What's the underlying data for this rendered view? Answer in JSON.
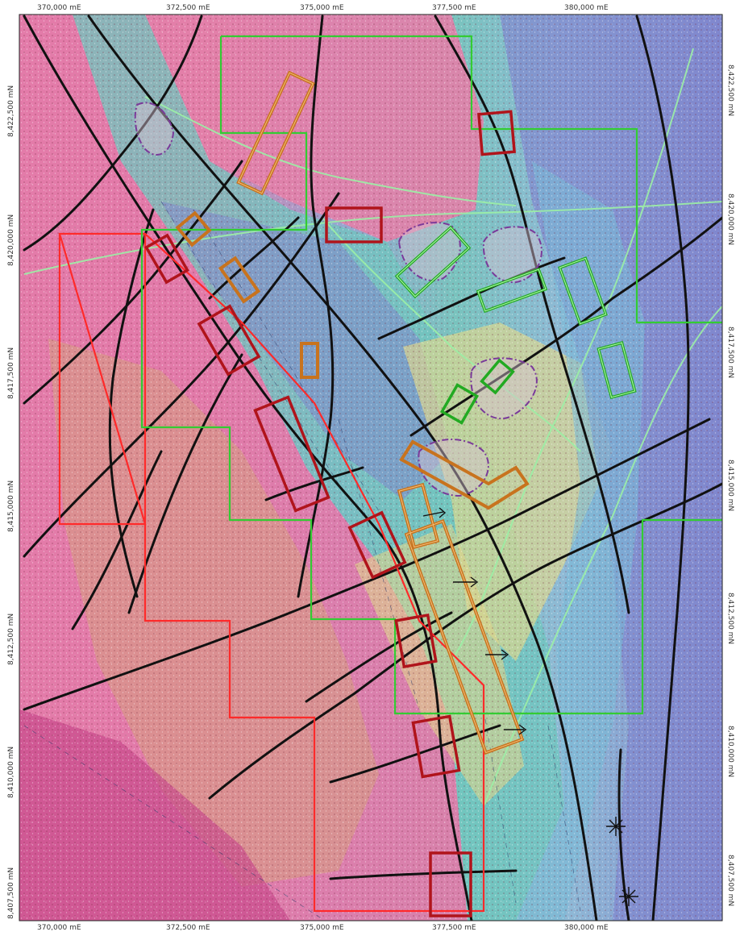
{
  "map": {
    "eastings_top": [
      "370,000 mE",
      "372,500 mE",
      "375,000 mE",
      "377,500 mE",
      "380,000 mE"
    ],
    "eastings_bottom": [
      "370,000 mE",
      "372,500 mE",
      "375,000 mE",
      "377,500 mE",
      "380,000 mE"
    ],
    "northings_left": [
      "8,422,500 mN",
      "8,420,000 mN",
      "8,417,500 mN",
      "8,415,000 mN",
      "8,412,500 mN",
      "8,410,000 mN",
      "8,407,500 mN"
    ],
    "northings_right": [
      "8,422,500 mN",
      "8,420,000 mN",
      "8,417,500 mN",
      "8,415,000 mN",
      "8,412,500 mN",
      "8,410,000 mN",
      "8,407,500 mN"
    ],
    "colors": {
      "high_magnetic": "#e06aa8",
      "low_magnetic": "#6f79c8",
      "mid_gradient": "#58c6b2",
      "yellow_zone": "#e3d88b",
      "fault_line": "#111111",
      "tenement_red": "#ff2a2a",
      "tenement_green": "#33cc33",
      "target_red": "#b0141b",
      "target_orange": "#c8731e",
      "target_green": "#22aa22",
      "intrusive_outline": "#7a3a9a"
    }
  }
}
